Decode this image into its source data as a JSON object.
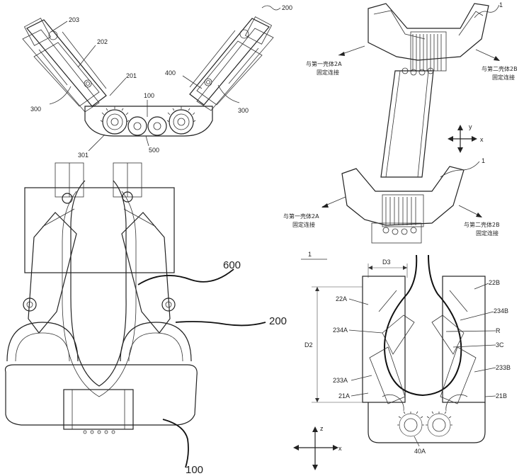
{
  "fig_top_left": {
    "labels": {
      "l203": "203",
      "l200": "200",
      "l202": "202",
      "l201": "201",
      "l400": "400",
      "l100": "100",
      "l300_left": "300",
      "l300_right": "300",
      "l301": "301",
      "l500": "500"
    }
  },
  "fig_top_right": {
    "labels": {
      "l1_top": "1",
      "l1_mid": "1",
      "left_top_line1": "与第一壳体2A",
      "left_top_line2": "固定连接",
      "right_top_line1": "与第二壳体2B",
      "right_top_line2": "固定连接",
      "left_bot_line1": "与第一壳体2A",
      "left_bot_line2": "固定连接",
      "right_bot_line1": "与第二壳体2B",
      "right_bot_line2": "固定连接",
      "axis_y": "y",
      "axis_x": "x"
    }
  },
  "fig_bottom_left": {
    "labels": {
      "l600": "600",
      "l200": "200",
      "l100": "100"
    }
  },
  "fig_bottom_right": {
    "labels": {
      "l1": "1",
      "d3": "D3",
      "l22b": "22B",
      "l22a": "22A",
      "l234b": "234B",
      "l234a": "234A",
      "d2": "D2",
      "lR": "R",
      "l3c": "3C",
      "l233a": "233A",
      "l233b": "233B",
      "l21a": "21A",
      "l21b": "21B",
      "l40a": "40A",
      "axis_z": "z",
      "axis_x": "x"
    }
  }
}
